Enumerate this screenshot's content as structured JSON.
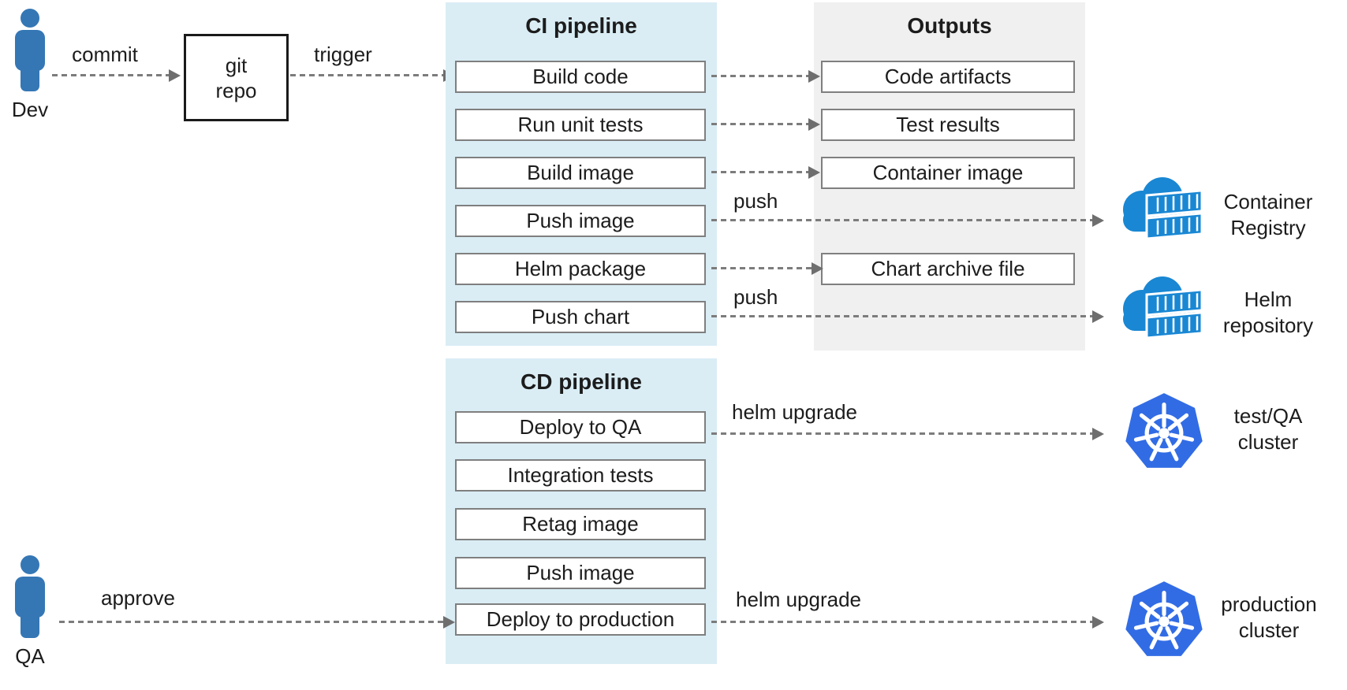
{
  "actors": {
    "dev": {
      "label": "Dev"
    },
    "qa": {
      "label": "QA"
    }
  },
  "git_repo": {
    "line1": "git",
    "line2": "repo"
  },
  "ci": {
    "title": "CI pipeline",
    "steps": [
      "Build code",
      "Run unit tests",
      "Build image",
      "Push image",
      "Helm package",
      "Push chart"
    ]
  },
  "outputs": {
    "title": "Outputs",
    "items": [
      "Code artifacts",
      "Test results",
      "Container image",
      "Chart archive file"
    ]
  },
  "cd": {
    "title": "CD pipeline",
    "steps": [
      "Deploy to QA",
      "Integration tests",
      "Retag image",
      "Push image",
      "Deploy to production"
    ]
  },
  "registries": {
    "container_registry": {
      "line1": "Container",
      "line2": "Registry"
    },
    "helm_repository": {
      "line1": "Helm",
      "line2": "repository"
    }
  },
  "clusters": {
    "test_qa": {
      "line1": "test/QA",
      "line2": "cluster"
    },
    "production": {
      "line1": "production",
      "line2": "cluster"
    }
  },
  "edge_labels": {
    "commit": "commit",
    "trigger": "trigger",
    "push_image": "push",
    "push_chart": "push",
    "helm_upgrade_qa": "helm upgrade",
    "helm_upgrade_prod": "helm upgrade",
    "approve": "approve"
  },
  "colors": {
    "panel_blue": "#daedf5",
    "panel_gray": "#f0f0f0",
    "person_blue": "#3577b5",
    "cloud_blue": "#1987d3",
    "k8s_blue": "#326ce5",
    "arrow_gray": "#7c7c7c",
    "box_border": "#7f7f7f",
    "text": "#1c1c1c"
  }
}
